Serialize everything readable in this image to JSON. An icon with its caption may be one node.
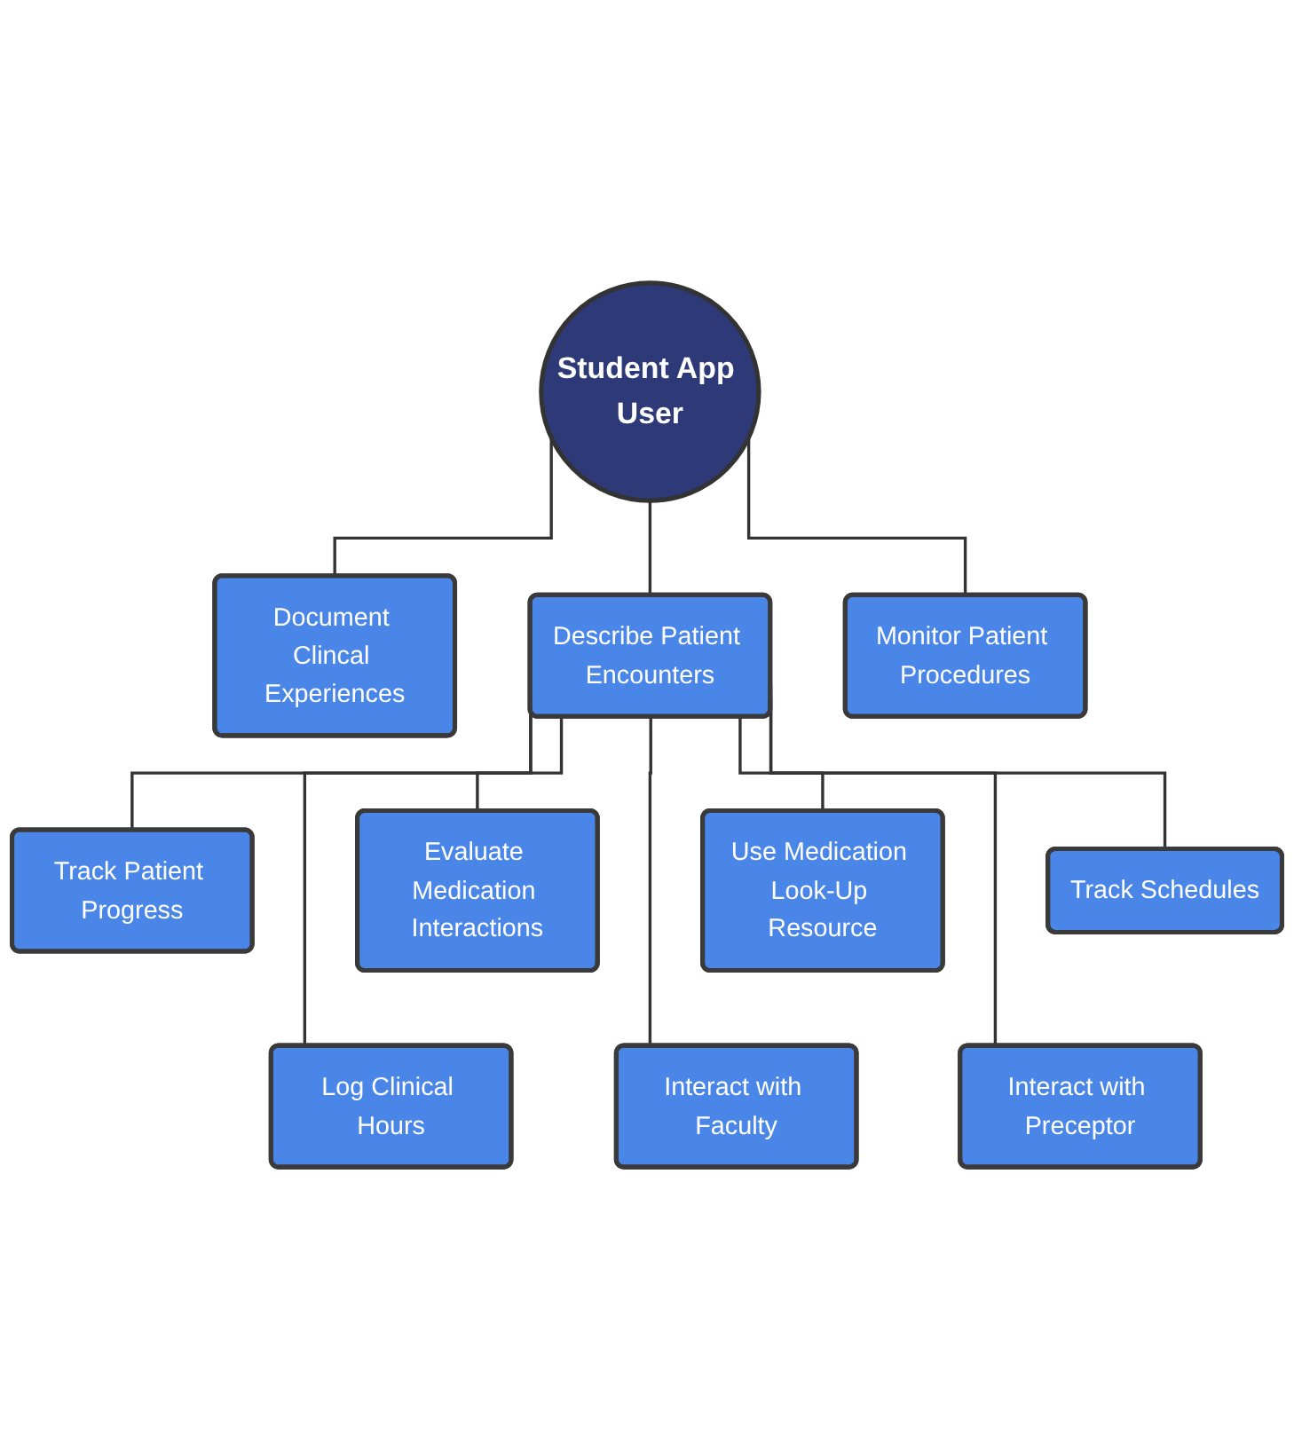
{
  "diagram": {
    "nodes": [
      {
        "text": [
          "Student App User"
        ]
      },
      {
        "text": [
          "Document Clincal Experiences"
        ]
      },
      {
        "text": [
          "Describe Patient Encounters"
        ]
      },
      {
        "text": [
          "Monitor Patient Procedures"
        ]
      },
      {
        "text": [
          "Track Patient Progress"
        ]
      },
      {
        "text": [
          "Evaluate Medication Interactions"
        ]
      },
      {
        "text": [
          "Use Medication Look-Up Resource"
        ]
      },
      {
        "text": [
          "Track Schedules"
        ]
      },
      {
        "text": [
          "Log Clinical Hours"
        ]
      },
      {
        "text": [
          "Interact with Faculty"
        ]
      },
      {
        "text": [
          "Interact with Preceptor"
        ]
      }
    ],
    "edges": [
      {
        "from": 0,
        "to": 1,
        "arrow": "none"
      },
      {
        "from": 0,
        "to": 2,
        "arrow": "none"
      },
      {
        "from": 0,
        "to": 3,
        "arrow": "none"
      },
      {
        "from": 2,
        "to": 4,
        "arrow": "none"
      },
      {
        "from": 2,
        "to": 5,
        "arrow": "none"
      },
      {
        "from": 2,
        "to": 6,
        "arrow": "none"
      },
      {
        "from": 2,
        "to": 7,
        "arrow": "none"
      },
      {
        "from": 2,
        "to": 8,
        "arrow": "none"
      },
      {
        "from": 2,
        "to": 9,
        "arrow": "none"
      },
      {
        "from": 2,
        "to": 10,
        "arrow": "none"
      }
    ]
  }
}
